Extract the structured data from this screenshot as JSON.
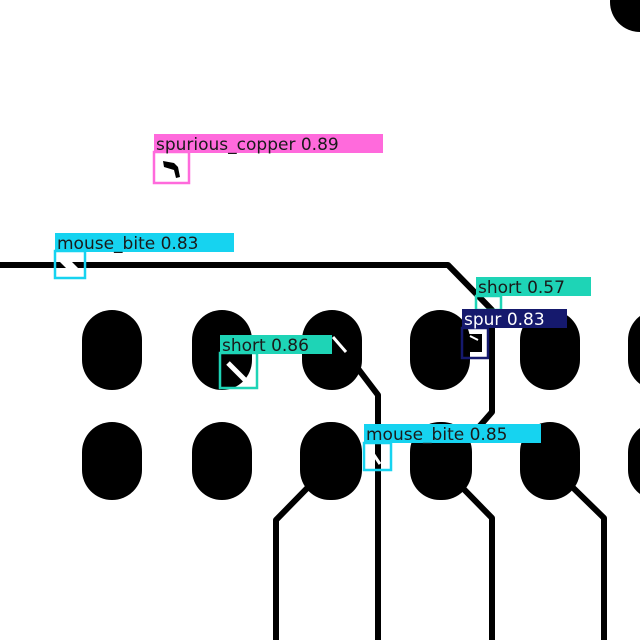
{
  "image": {
    "background": "#ffffff",
    "copper_color": "#000000"
  },
  "detections": [
    {
      "label": "spurious_copper",
      "score": "0.89",
      "color": "#ff6adc",
      "text_color": "#1a1a1a"
    },
    {
      "label": "mouse_bite",
      "score": "0.83",
      "color": "#16d3f0",
      "text_color": "#1a1a1a"
    },
    {
      "label": "short",
      "score": "0.57",
      "color": "#1ed4b6",
      "text_color": "#1a1a1a"
    },
    {
      "label": "spur",
      "score": "0.83",
      "color": "#15196d",
      "text_color": "#ffffff"
    },
    {
      "label": "short",
      "score": "0.86",
      "color": "#1ed4b6",
      "text_color": "#1a1a1a"
    },
    {
      "label": "mouse_bite",
      "score": "0.85",
      "color": "#16d3f0",
      "text_color": "#1a1a1a"
    }
  ]
}
